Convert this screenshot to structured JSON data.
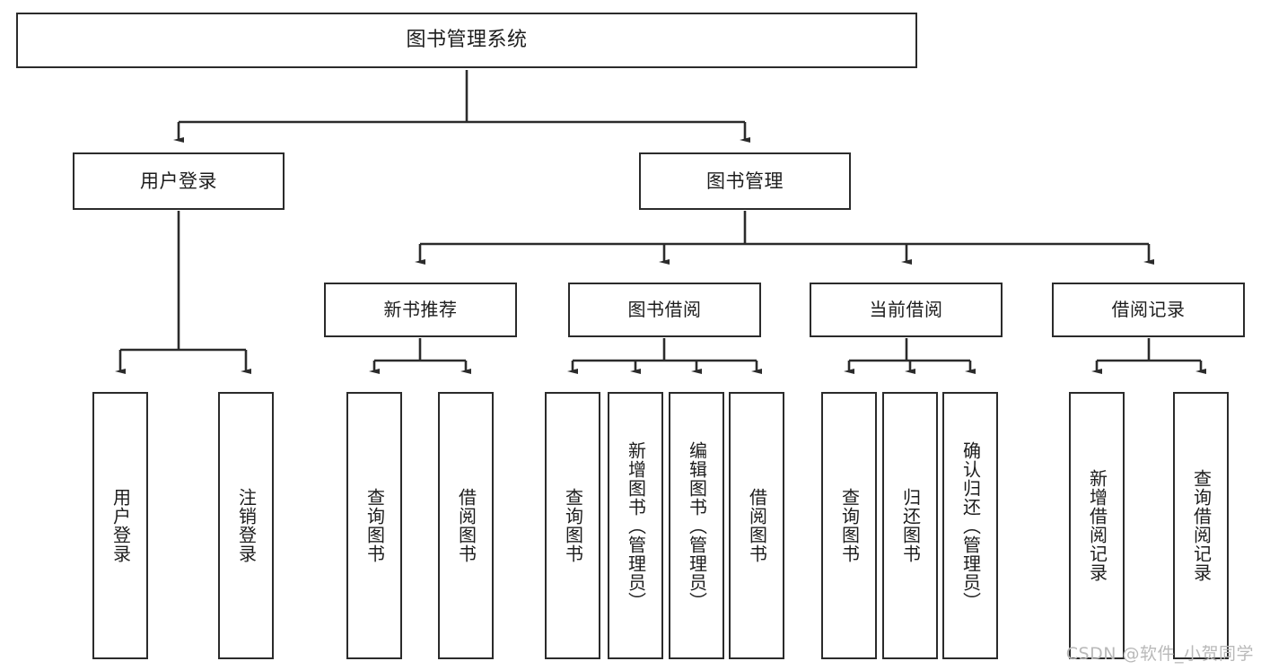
{
  "diagram": {
    "title": "图书管理系统",
    "type": "tree-hierarchy",
    "watermark": "CSDN @软件_小贺同学",
    "colors": {
      "stroke": "#2b2b2b",
      "fill": "#ffffff",
      "watermark": "#b9b9b9"
    },
    "nodes": {
      "root": {
        "label": "图书管理系统"
      },
      "level2": [
        {
          "id": "user-login",
          "label": "用户登录"
        },
        {
          "id": "book-manage",
          "label": "图书管理"
        }
      ],
      "level3": [
        {
          "id": "new-book-recommend",
          "label": "新书推荐"
        },
        {
          "id": "book-borrow",
          "label": "图书借阅"
        },
        {
          "id": "current-borrow",
          "label": "当前借阅"
        },
        {
          "id": "borrow-record",
          "label": "借阅记录"
        }
      ],
      "leaves": {
        "user-login": [
          {
            "id": "leaf-user-login",
            "label": "用户登录"
          },
          {
            "id": "leaf-logout-login",
            "label": "注销登录"
          }
        ],
        "new-book-recommend": [
          {
            "id": "leaf-query-book-1",
            "label": "查询图书"
          },
          {
            "id": "leaf-borrow-book-1",
            "label": "借阅图书"
          }
        ],
        "book-borrow": [
          {
            "id": "leaf-query-book-2",
            "label": "查询图书"
          },
          {
            "id": "leaf-add-book",
            "label": "新增图书（管理员）"
          },
          {
            "id": "leaf-edit-book",
            "label": "编辑图书（管理员）"
          },
          {
            "id": "leaf-borrow-book-2",
            "label": "借阅图书"
          }
        ],
        "current-borrow": [
          {
            "id": "leaf-query-book-3",
            "label": "查询图书"
          },
          {
            "id": "leaf-return-book",
            "label": "归还图书"
          },
          {
            "id": "leaf-confirm-return",
            "label": "确认归还（管理员）"
          }
        ],
        "borrow-record": [
          {
            "id": "leaf-add-record",
            "label": "新增借阅记录"
          },
          {
            "id": "leaf-query-record",
            "label": "查询借阅记录"
          }
        ]
      }
    }
  }
}
